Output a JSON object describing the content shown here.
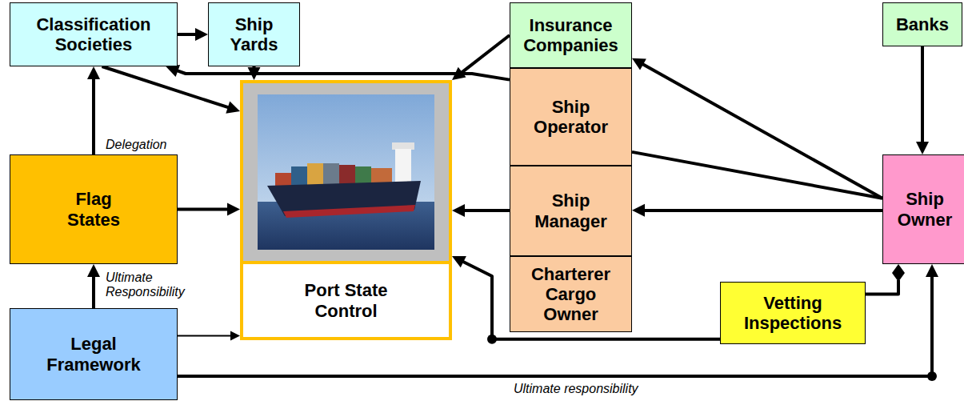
{
  "diagram": {
    "nodes": [
      {
        "text": [
          "Classification Societies"
        ]
      },
      {
        "text": [
          "Ship Yards"
        ]
      },
      {
        "text": [
          "Insurance Companies"
        ]
      },
      {
        "text": [
          "Banks"
        ]
      },
      {
        "text": [
          "Flag States"
        ]
      },
      {
        "text": [
          "Port State Control"
        ]
      },
      {
        "text": [
          "Ship Operator"
        ]
      },
      {
        "text": [
          "Ship Manager"
        ]
      },
      {
        "text": [
          "Charterer Cargo Owner"
        ]
      },
      {
        "text": [
          "Ship Owner"
        ]
      },
      {
        "text": [
          "Vetting Inspections"
        ]
      },
      {
        "text": [
          "Legal Framework"
        ]
      }
    ],
    "edges": [
      {
        "from": 0,
        "to": 1,
        "arrow": "to"
      },
      {
        "from": 1,
        "to": 5,
        "arrow": "to"
      },
      {
        "from": 0,
        "to": 5,
        "arrow": "to"
      },
      {
        "from": 4,
        "to": 0,
        "label": "Delegation",
        "arrow": "to"
      },
      {
        "from": 4,
        "to": 5,
        "arrow": "to"
      },
      {
        "from": 11,
        "to": 4,
        "label": "Ultimate Responsibility",
        "arrow": "to"
      },
      {
        "from": 11,
        "to": 5,
        "arrow": "to"
      },
      {
        "from": 2,
        "to": 5,
        "arrow": "to"
      },
      {
        "from": 6,
        "to": 0,
        "arrow": "to"
      },
      {
        "from": 7,
        "to": 5,
        "arrow": "to"
      },
      {
        "from": 9,
        "to": 2,
        "arrow": "to"
      },
      {
        "from": 9,
        "to": 6,
        "arrow": "none"
      },
      {
        "from": 9,
        "to": 7,
        "arrow": "to"
      },
      {
        "from": 3,
        "to": 9,
        "arrow": "to"
      },
      {
        "from": 10,
        "to": 9,
        "arrow": "none"
      },
      {
        "from": 11,
        "to": 9,
        "label": "Ultimate responsibility",
        "arrow": "to"
      },
      {
        "from": 10,
        "to": 5,
        "arrow": "to"
      }
    ]
  }
}
